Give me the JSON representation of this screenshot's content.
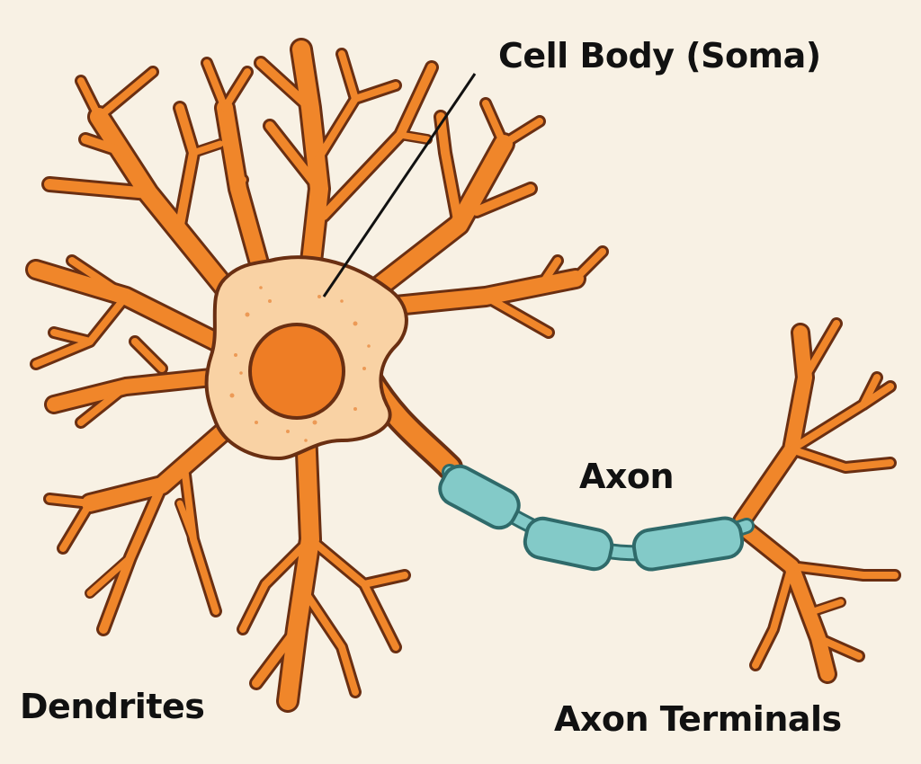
{
  "labels": {
    "soma": "Cell Body (Soma)",
    "axon": "Axon",
    "dendrites": "Dendrites",
    "terminals": "Axon Terminals"
  },
  "colors": {
    "background": "#f8f1e4",
    "dendrite_fill": "#f0862a",
    "outline": "#6a2f12",
    "soma_fill": "#f9d2a4",
    "nucleus_fill": "#ee7d25",
    "myelin_fill": "#83cac8",
    "myelin_outline": "#2f6a6a",
    "label_text": "#111111"
  }
}
